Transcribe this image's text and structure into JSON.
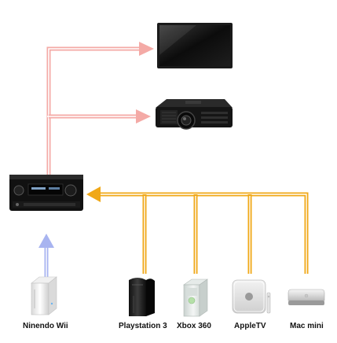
{
  "colors": {
    "video_arrow": "#f4aaa6",
    "audio_arrow": "#f0a818",
    "wii_arrow": "#a8b4f0"
  },
  "devices": {
    "tv": {
      "icon": "flat-tv-icon"
    },
    "projector": {
      "icon": "projector-icon"
    },
    "receiver": {
      "icon": "av-receiver-icon"
    },
    "wii": {
      "label": "Ninendo Wii",
      "icon": "wii-console-icon"
    },
    "ps3": {
      "label": "Playstation 3",
      "icon": "ps3-console-icon"
    },
    "xbox": {
      "label": "Xbox 360",
      "icon": "xbox-console-icon"
    },
    "appletv": {
      "label": "AppleTV",
      "icon": "appletv-icon"
    },
    "macmini": {
      "label": "Mac mini",
      "icon": "mac-mini-icon"
    }
  }
}
